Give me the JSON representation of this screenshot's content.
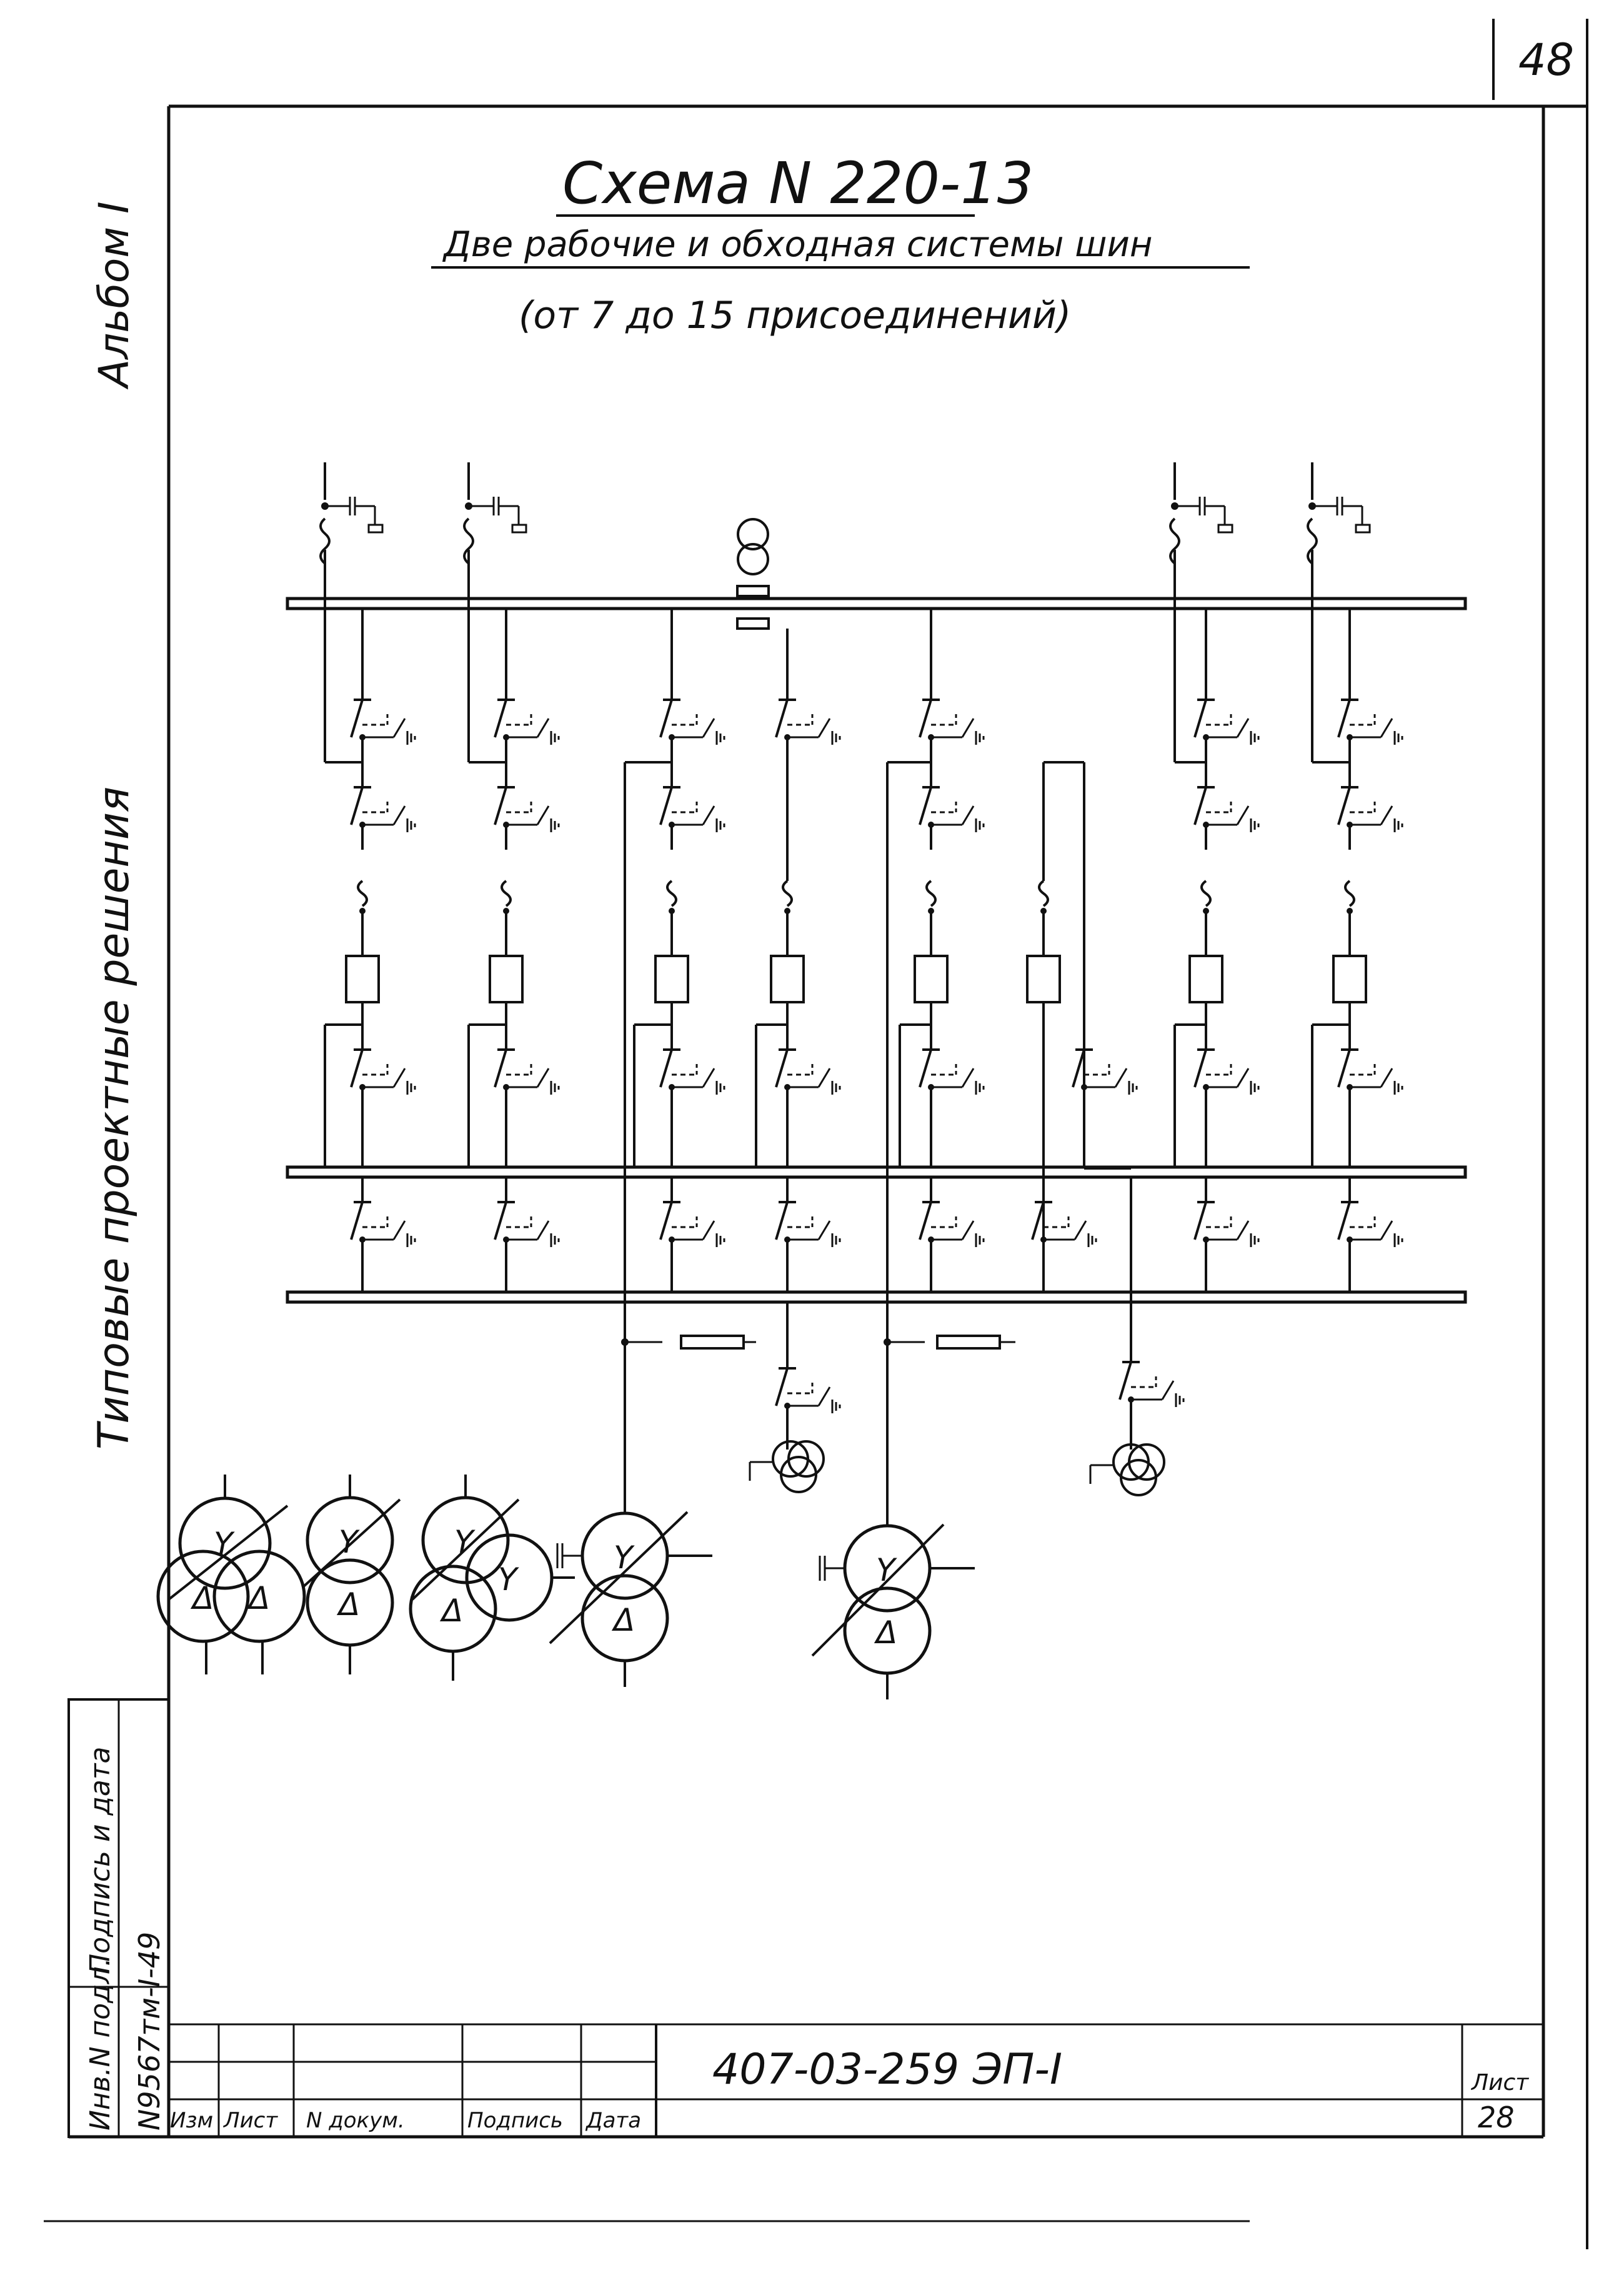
{
  "sheet_number": "48",
  "album": "Альбом I",
  "series": "Типовые проектные решения",
  "title": "Схема N 220-13",
  "subtitle": "Две рабочие и обходная системы шин",
  "subtitle_paren": "(от 7 до 15 присоединений)",
  "side_stamp": {
    "inv_label": "Инв.N подл.",
    "sign_label": "Подпись и дата",
    "inv_value": "N9567тм-I-49"
  },
  "title_block": {
    "doc_code": "407-03-259 ЭП-I",
    "cols": [
      "Изм",
      "Лист",
      "N докум.",
      "Подпись",
      "Дата"
    ],
    "sheet_label": "Лист",
    "sheet_value": "28"
  },
  "transformer_symbols": [
    "Y",
    "Δ"
  ]
}
